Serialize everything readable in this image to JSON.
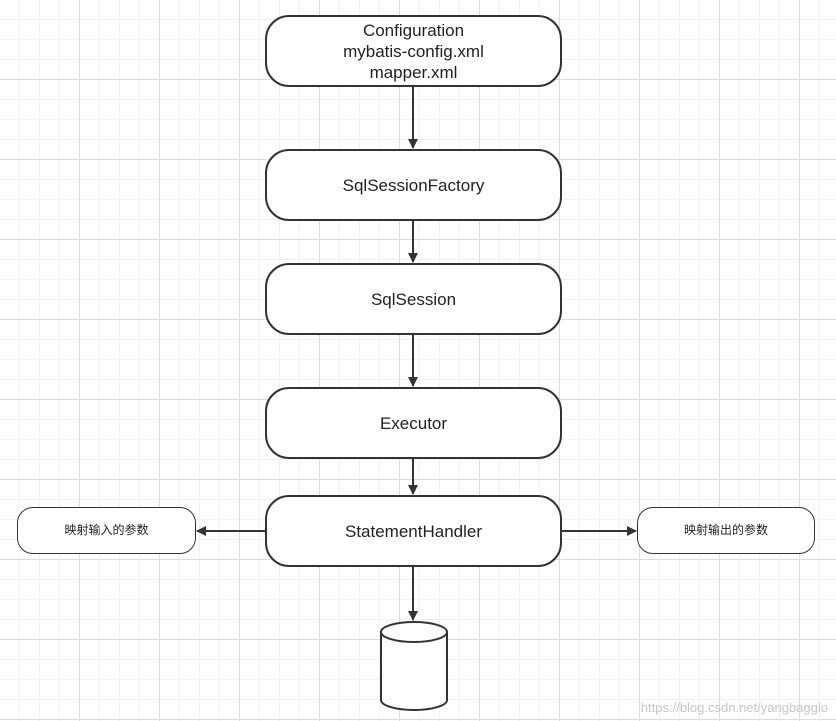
{
  "nodes": {
    "configuration": [
      "Configuration",
      "mybatis-config.xml",
      "mapper.xml"
    ],
    "sqlsessionfactory": "SqlSessionFactory",
    "sqlsession": "SqlSession",
    "executor": "Executor",
    "statementhandler": "StatementHandler",
    "input_params": "映射输入的参数",
    "output_params": "映射输出的参数"
  },
  "watermark": "https://blog.csdn.net/yangbaggio"
}
